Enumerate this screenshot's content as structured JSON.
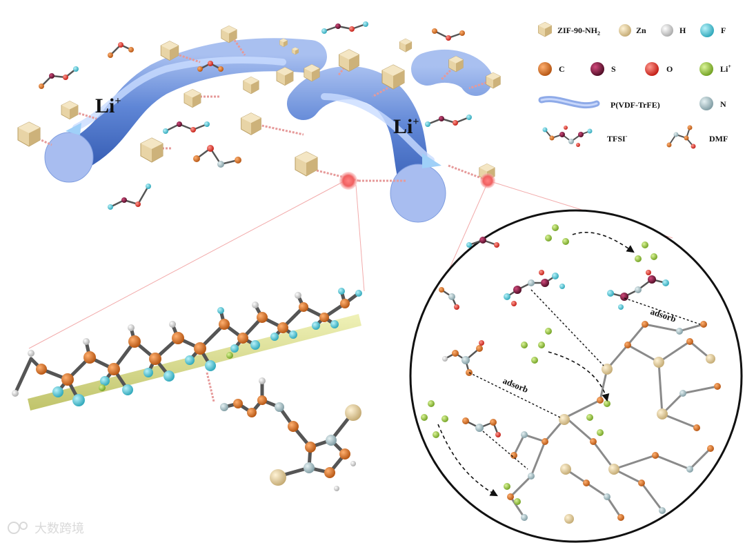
{
  "labels": {
    "li_left": "Li",
    "li_right": "Li",
    "li_sup": "+",
    "adsorb_1": "adsorb",
    "adsorb_2": "adsorb"
  },
  "legend": {
    "zif": "ZIF-90-NH",
    "zif_sub": "2",
    "zn": "Zn",
    "h": "H",
    "f": "F",
    "c": "C",
    "s": "S",
    "o": "O",
    "li": "Li",
    "li_sup": "+",
    "pvdf": "P(VDF-TrFE)",
    "n": "N",
    "tfsi": "TFSI",
    "tfsi_sup": "-",
    "dmf": "DMF"
  },
  "watermark": "大数跨境",
  "colors": {
    "zn": "#e6d3a5",
    "h": "#e0e0e0",
    "f": "#5cc8d8",
    "c": "#d2691e",
    "s": "#7a1538",
    "o": "#e8302a",
    "li": "#9acd32",
    "n": "#a9c3c9",
    "polymer": "#6b8fd9",
    "zif": "#e2cc9b"
  }
}
